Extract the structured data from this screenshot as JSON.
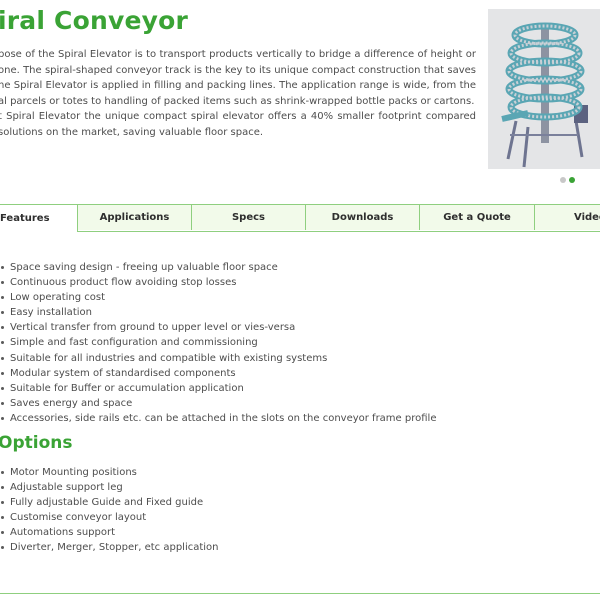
{
  "page": {
    "title": "iral Conveyor",
    "intro_lines": [
      "pose of the Spiral Elevator is to transport products vertically to bridge a difference of height or to function as",
      "one. The spiral-shaped conveyor track is the key to its unique compact construction that saves valuable floor",
      "he Spiral Elevator is applied in filling and packing lines. The application range is wide, from the handling of",
      "al parcels or totes to handling of packed items such as shrink-wrapped bottle packs or cartons.",
      "t Spiral Elevator the unique compact spiral elevator offers a 40% smaller footprint compared to the most",
      "solutions on the market, saving valuable floor space."
    ]
  },
  "carousel": {
    "image_icon": "spiral-conveyor-photo",
    "slides": 2,
    "active_slide": 2
  },
  "tabs": [
    {
      "label": "Features",
      "active": true
    },
    {
      "label": "Applications",
      "active": false
    },
    {
      "label": "Specs",
      "active": false
    },
    {
      "label": "Downloads",
      "active": false
    },
    {
      "label": "Get a Quote",
      "active": false
    },
    {
      "label": "Video",
      "active": false
    }
  ],
  "features": [
    "Space saving design - freeing up valuable floor space",
    "Continuous product flow avoiding stop losses",
    "Low operating cost",
    "Easy installation",
    "Vertical transfer from ground to upper level or vies-versa",
    "Simple and fast configuration and commissioning",
    "Suitable for all industries and compatible with existing systems",
    "Modular system of standardised components",
    "Suitable for Buffer or accumulation application",
    "Saves energy and space",
    "Accessories, side rails etc. can be attached in the slots on the conveyor frame profile"
  ],
  "options": {
    "title": "Options",
    "items": [
      "Motor Mounting positions",
      "Adjustable support leg",
      "Fully adjustable Guide and Fixed guide",
      "Customise conveyor layout",
      "Automations support",
      "Diverter, Merger, Stopper, etc application"
    ]
  },
  "colors": {
    "accent": "#3aa335",
    "tab_border": "#8fcf7f",
    "tab_bg": "#f2faea",
    "text": "#4d4d4d"
  }
}
